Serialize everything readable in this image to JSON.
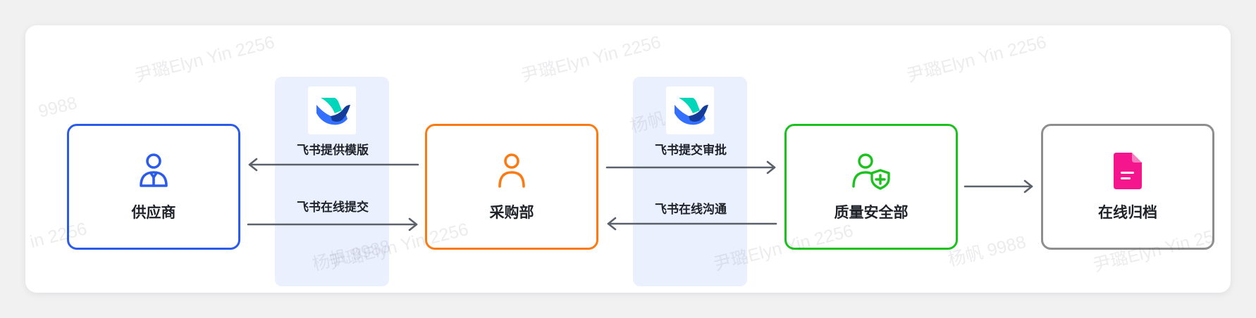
{
  "nodes": {
    "supplier": {
      "label": "供应商",
      "color": "#2a5bea",
      "icon": "person-icon"
    },
    "procurement": {
      "label": "采购部",
      "color": "#fb7a12",
      "icon": "person-icon"
    },
    "quality_safety": {
      "label": "质量安全部",
      "color": "#1bc21e",
      "icon": "person-shield-icon"
    },
    "archive": {
      "label": "在线归档",
      "color": "#8e8e8e",
      "icon": "document-icon",
      "icon_color": "#f5158c"
    }
  },
  "links": {
    "supplier_procurement": {
      "icon": "feishu-logo-icon",
      "to_supplier_label": "飞书提供模版",
      "to_procurement_label": "飞书在线提交"
    },
    "procurement_quality": {
      "icon": "feishu-logo-icon",
      "to_quality_label": "飞书提交审批",
      "to_procurement_label": "飞书在线沟通"
    }
  },
  "colors": {
    "arrow": "#5b616b",
    "panel": "#ebf0fe",
    "text": "#1f2329",
    "feishu_teal": "#00d6b9",
    "feishu_blue": "#3370ff",
    "feishu_navy": "#133c9a"
  },
  "watermarks": [
    "尹璐Elyn Yin 2256",
    "尹璐Elyn Yin 2256",
    "尹璐Elyn Yin 2256",
    "9988",
    "杨帆 9988",
    "in 2256",
    "杨帆 9988",
    "尹璐Elyn Yin 2256",
    "尹璐Elyn Yin 2256",
    "杨帆 9988",
    "尹璐Elyn Yin 25"
  ]
}
